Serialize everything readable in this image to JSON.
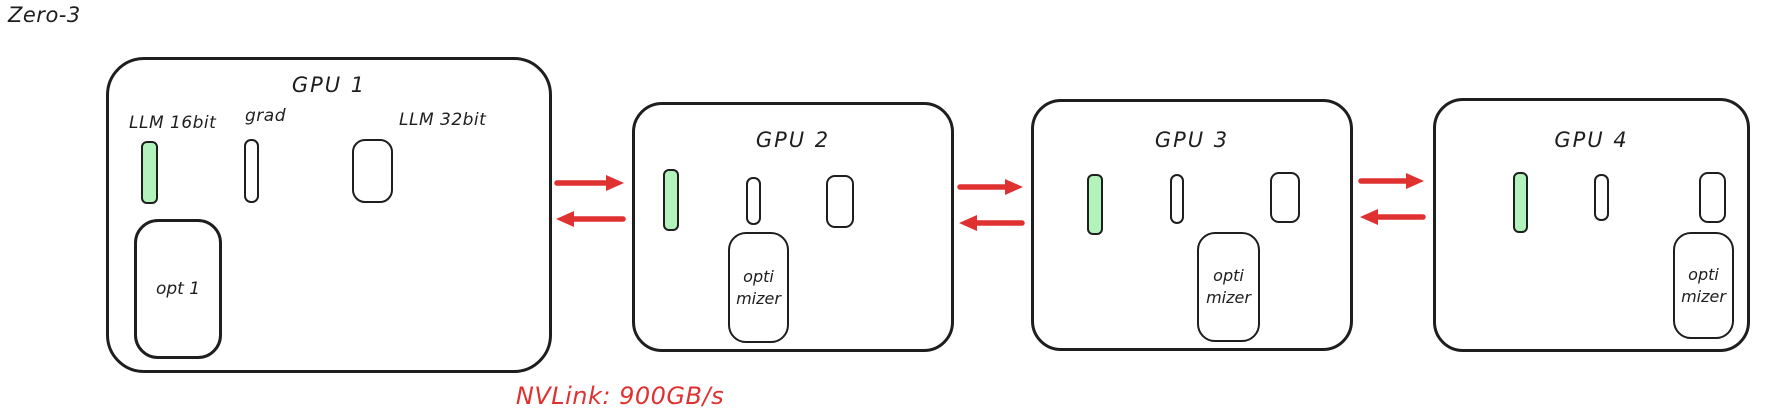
{
  "title": "Zero-3",
  "colors": {
    "stroke": "#1e1e1e",
    "shard_fill_green": "#b2f2bb",
    "arrow_red": "#e03131",
    "background": "#ffffff"
  },
  "nvlink": {
    "label": "NVLink: 900GB/s"
  },
  "gpus": [
    {
      "name": "GPU 1",
      "labels": {
        "llm16": "LLM 16bit",
        "grad": "grad",
        "llm32": "LLM 32bit"
      },
      "optimizer": {
        "line1": "opt 1",
        "line2": ""
      }
    },
    {
      "name": "GPU 2",
      "optimizer": {
        "line1": "opti",
        "line2": "mizer"
      }
    },
    {
      "name": "GPU 3",
      "optimizer": {
        "line1": "opti",
        "line2": "mizer"
      }
    },
    {
      "name": "GPU 4",
      "optimizer": {
        "line1": "opti",
        "line2": "mizer"
      }
    }
  ]
}
